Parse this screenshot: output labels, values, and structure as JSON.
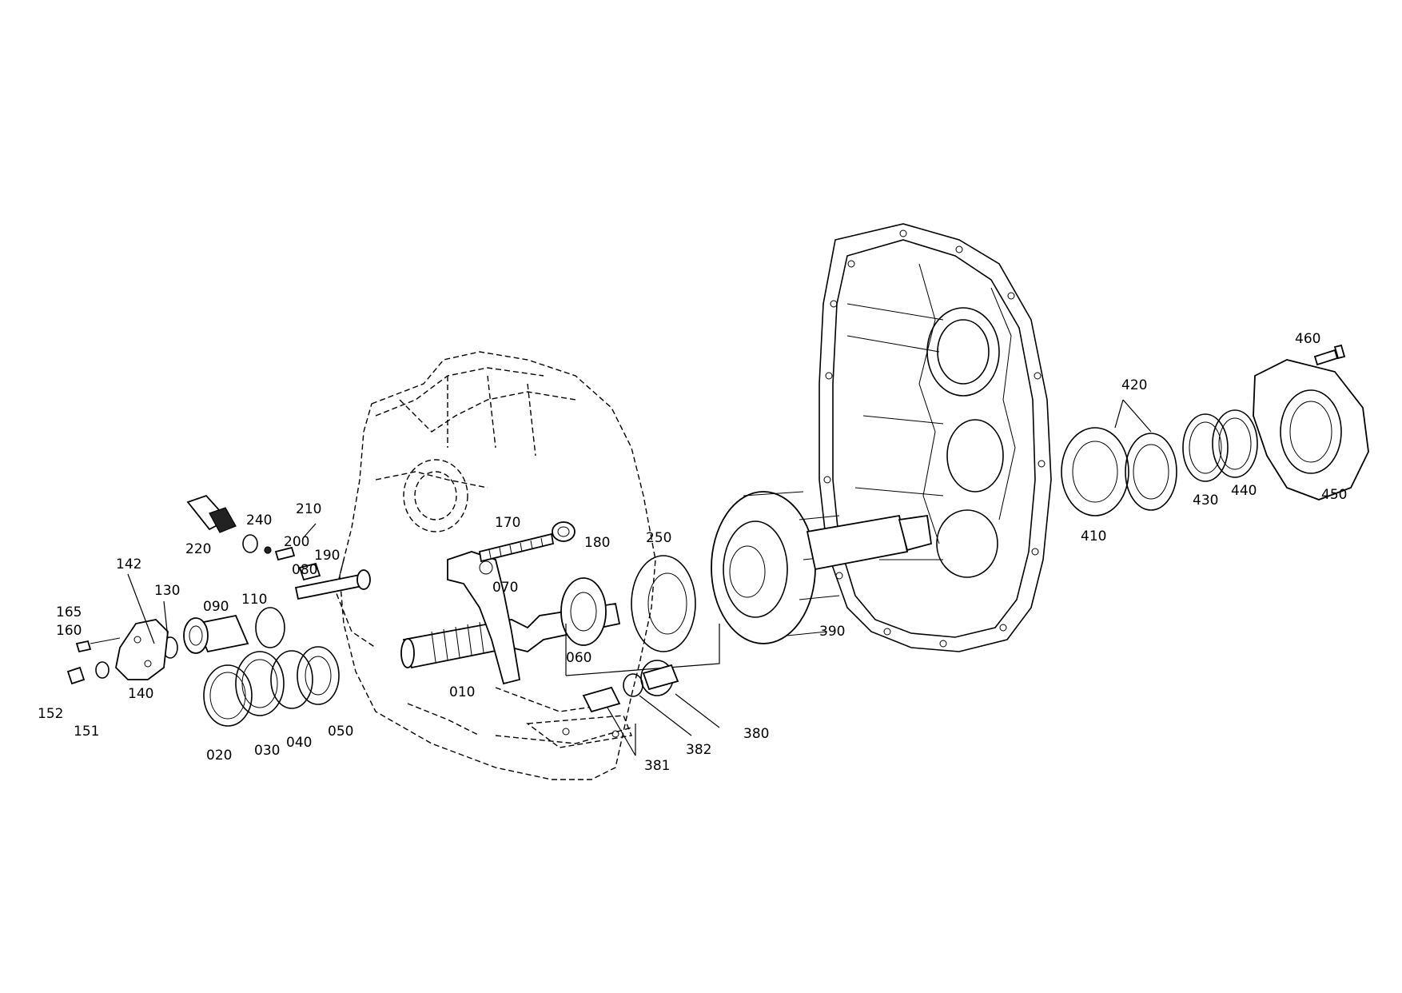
{
  "diagram": {
    "callouts": [
      "010",
      "020",
      "030",
      "040",
      "050",
      "060",
      "070",
      "080",
      "090",
      "110",
      "130",
      "140",
      "142",
      "151",
      "152",
      "160",
      "165",
      "170",
      "180",
      "190",
      "200",
      "210",
      "220",
      "240",
      "250",
      "380",
      "381",
      "382",
      "390",
      "410",
      "420",
      "430",
      "440",
      "450",
      "460"
    ]
  }
}
